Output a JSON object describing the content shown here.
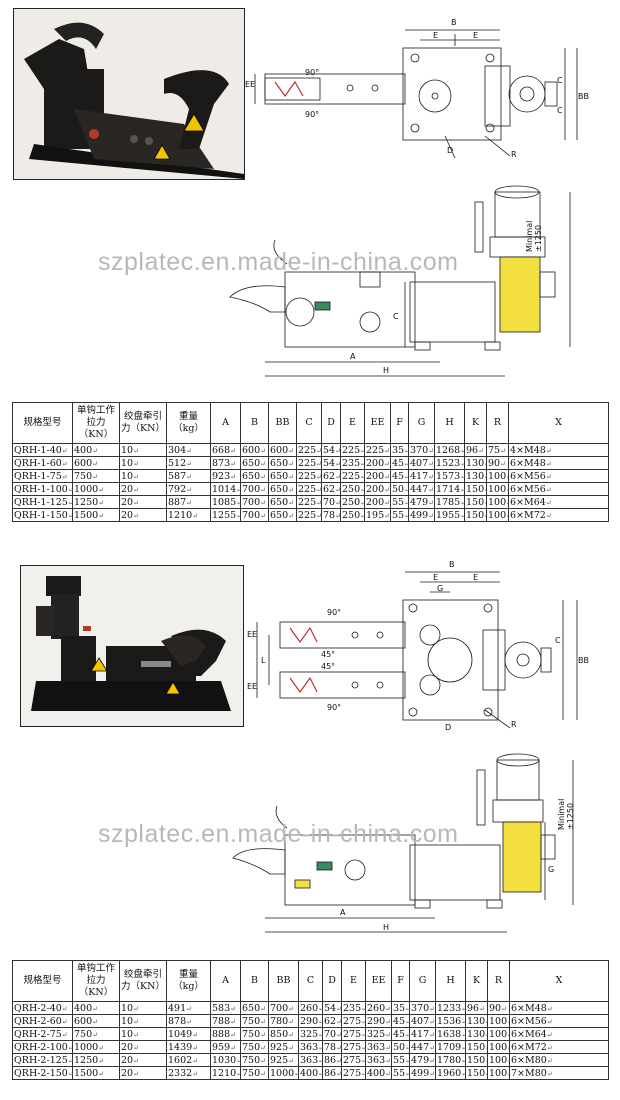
{
  "watermark": "szplatec.en.made-in-china.com",
  "labels": {
    "top_plan": [
      "B",
      "E",
      "E",
      "EE",
      "90°",
      "90°",
      "C",
      "BB",
      "C",
      "D",
      "R"
    ],
    "top_elev": [
      "A",
      "H",
      "C",
      "Minimal ±1250"
    ],
    "bottom_plan": [
      "B",
      "E",
      "E",
      "G",
      "EE",
      "L",
      "EE",
      "90°",
      "45°",
      "45°",
      "90°",
      "C",
      "BB",
      "D",
      "R"
    ],
    "bottom_elev": [
      "A",
      "H",
      "G",
      "Minimal ±1250"
    ]
  },
  "table1": {
    "headers": [
      "规格型号",
      "单钩工作拉力（KN）",
      "绞盘牵引力（KN）",
      "重量（kg）",
      "A",
      "B",
      "BB",
      "C",
      "D",
      "E",
      "EE",
      "F",
      "G",
      "H",
      "K",
      "R",
      "X"
    ],
    "rows": [
      [
        "QRH-1-40",
        "400",
        "10",
        "304",
        "668",
        "600",
        "600",
        "225",
        "54",
        "225",
        "225",
        "35",
        "370",
        "1268",
        "96",
        "75",
        "4×M48"
      ],
      [
        "QRH-1-60",
        "600",
        "10",
        "512",
        "873",
        "650",
        "650",
        "225",
        "54",
        "235",
        "200",
        "45",
        "407",
        "1523",
        "130",
        "90",
        "6×M48"
      ],
      [
        "QRH-1-75",
        "750",
        "10",
        "587",
        "923",
        "650",
        "650",
        "225",
        "62",
        "225",
        "200",
        "45",
        "417",
        "1573",
        "130",
        "100",
        "6×M56"
      ],
      [
        "QRH-1-100",
        "1000",
        "20",
        "792",
        "1014",
        "700",
        "650",
        "225",
        "62",
        "250",
        "200",
        "50",
        "447",
        "1714",
        "150",
        "100",
        "6×M56"
      ],
      [
        "QRH-1-125",
        "1250",
        "20",
        "887",
        "1085",
        "700",
        "650",
        "225",
        "70",
        "250",
        "200",
        "55",
        "479",
        "1785",
        "150",
        "100",
        "6×M64"
      ],
      [
        "QRH-1-150",
        "1500",
        "20",
        "1210",
        "1255",
        "700",
        "650",
        "225",
        "78",
        "250",
        "195",
        "55",
        "499",
        "1955",
        "150",
        "100",
        "6×M72"
      ]
    ]
  },
  "table2": {
    "headers": [
      "规格型号",
      "单钩工作拉力（KN）",
      "绞盘牵引力（KN）",
      "重量（kg）",
      "A",
      "B",
      "BB",
      "C",
      "D",
      "E",
      "EE",
      "F",
      "G",
      "H",
      "K",
      "R",
      "X"
    ],
    "rows": [
      [
        "QRH-2-40",
        "400",
        "10",
        "491",
        "583",
        "650",
        "700",
        "260",
        "54",
        "235",
        "260",
        "35",
        "370",
        "1233",
        "96",
        "90",
        "6×M48"
      ],
      [
        "QRH-2-60",
        "600",
        "10",
        "878",
        "788",
        "750",
        "780",
        "290",
        "62",
        "275",
        "290",
        "45",
        "407",
        "1536",
        "130",
        "100",
        "6×M56"
      ],
      [
        "QRH-2-75",
        "750",
        "10",
        "1049",
        "888",
        "750",
        "850",
        "325",
        "70",
        "275",
        "325",
        "45",
        "417",
        "1638",
        "130",
        "100",
        "6×M64"
      ],
      [
        "QRH-2-100",
        "1000",
        "20",
        "1439",
        "959",
        "750",
        "925",
        "363",
        "78",
        "275",
        "363",
        "50",
        "447",
        "1709",
        "150",
        "100",
        "6×M72"
      ],
      [
        "QRH-2-125",
        "1250",
        "20",
        "1602",
        "1030",
        "750",
        "925",
        "363",
        "86",
        "275",
        "363",
        "55",
        "479",
        "1780",
        "150",
        "100",
        "6×M80"
      ],
      [
        "QRH-2-150",
        "1500",
        "20",
        "2332",
        "1210",
        "750",
        "1000",
        "400",
        "86",
        "275",
        "400",
        "55",
        "499",
        "1960",
        "150",
        "100",
        "7×M80"
      ]
    ]
  },
  "colors": {
    "machine": "#1c1a18",
    "warning": "#f2c400",
    "motor": "#f3e040",
    "green_plate": "#3a8c5c"
  }
}
